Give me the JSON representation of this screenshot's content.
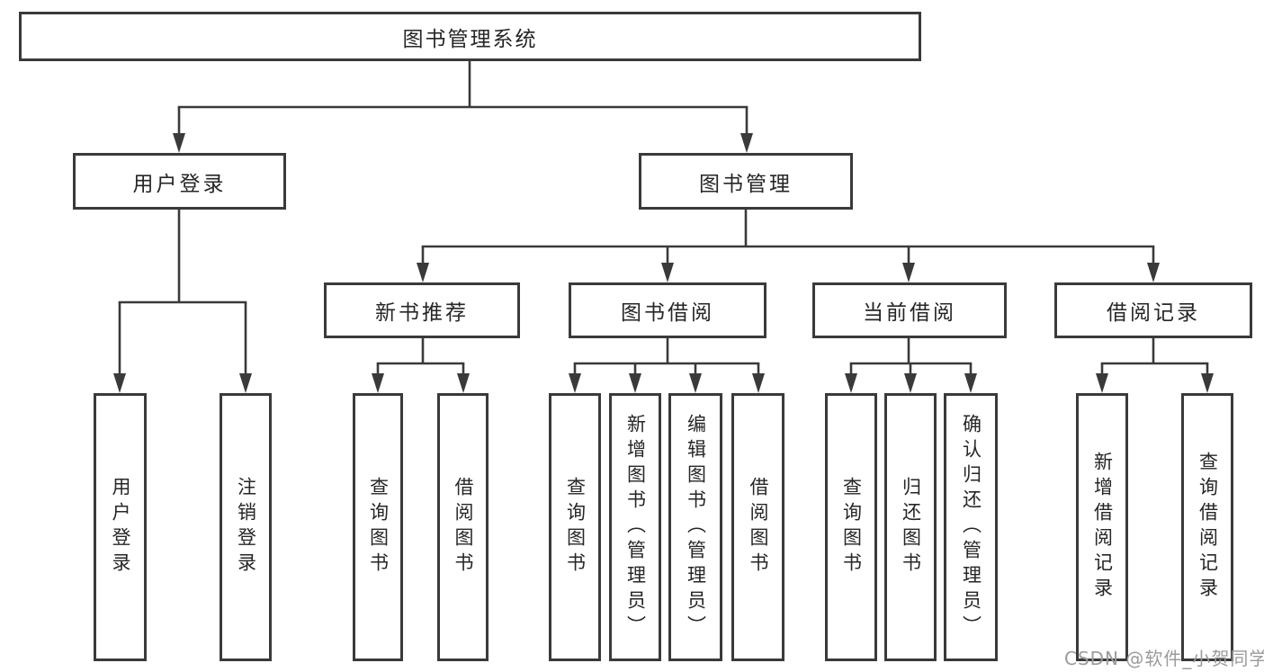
{
  "tree": {
    "root": "图书管理系统",
    "level2": [
      "用户登录",
      "图书管理"
    ],
    "level3": [
      "新书推荐",
      "图书借阅",
      "当前借阅",
      "借阅记录"
    ],
    "leaves": {
      "login": [
        "用户登录",
        "注销登录"
      ],
      "recommend": [
        "查询图书",
        "借阅图书"
      ],
      "borrow": [
        "查询图书",
        "新增图书（管理员）",
        "编辑图书（管理员）",
        "借阅图书"
      ],
      "current": [
        "查询图书",
        "归还图书",
        "确认归还（管理员）"
      ],
      "records": [
        "新增借阅记录",
        "查询借阅记录"
      ]
    }
  },
  "watermark": "CSDN @软件_小贺同学",
  "colors": {
    "line": "#3a3a3a",
    "text": "#262626",
    "watermark": "#9b9b9b",
    "background": "#ffffff"
  }
}
